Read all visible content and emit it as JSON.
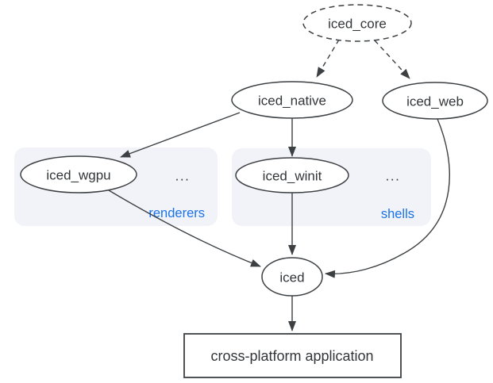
{
  "colors": {
    "stroke": "#3c4043",
    "text": "#333639",
    "accent_blue": "#1a73e8",
    "group_fill": "#f1f3f8",
    "node_fill": "#ffffff",
    "background": "#ffffff"
  },
  "nodes": {
    "iced_core": {
      "label": "iced_core"
    },
    "iced_native": {
      "label": "iced_native"
    },
    "iced_web": {
      "label": "iced_web"
    },
    "iced_wgpu": {
      "label": "iced_wgpu"
    },
    "iced_winit": {
      "label": "iced_winit"
    },
    "iced": {
      "label": "iced"
    },
    "app": {
      "label": "cross-platform application"
    }
  },
  "groups": {
    "renderers": {
      "label": "renderers",
      "more": "..."
    },
    "shells": {
      "label": "shells",
      "more": "..."
    }
  }
}
